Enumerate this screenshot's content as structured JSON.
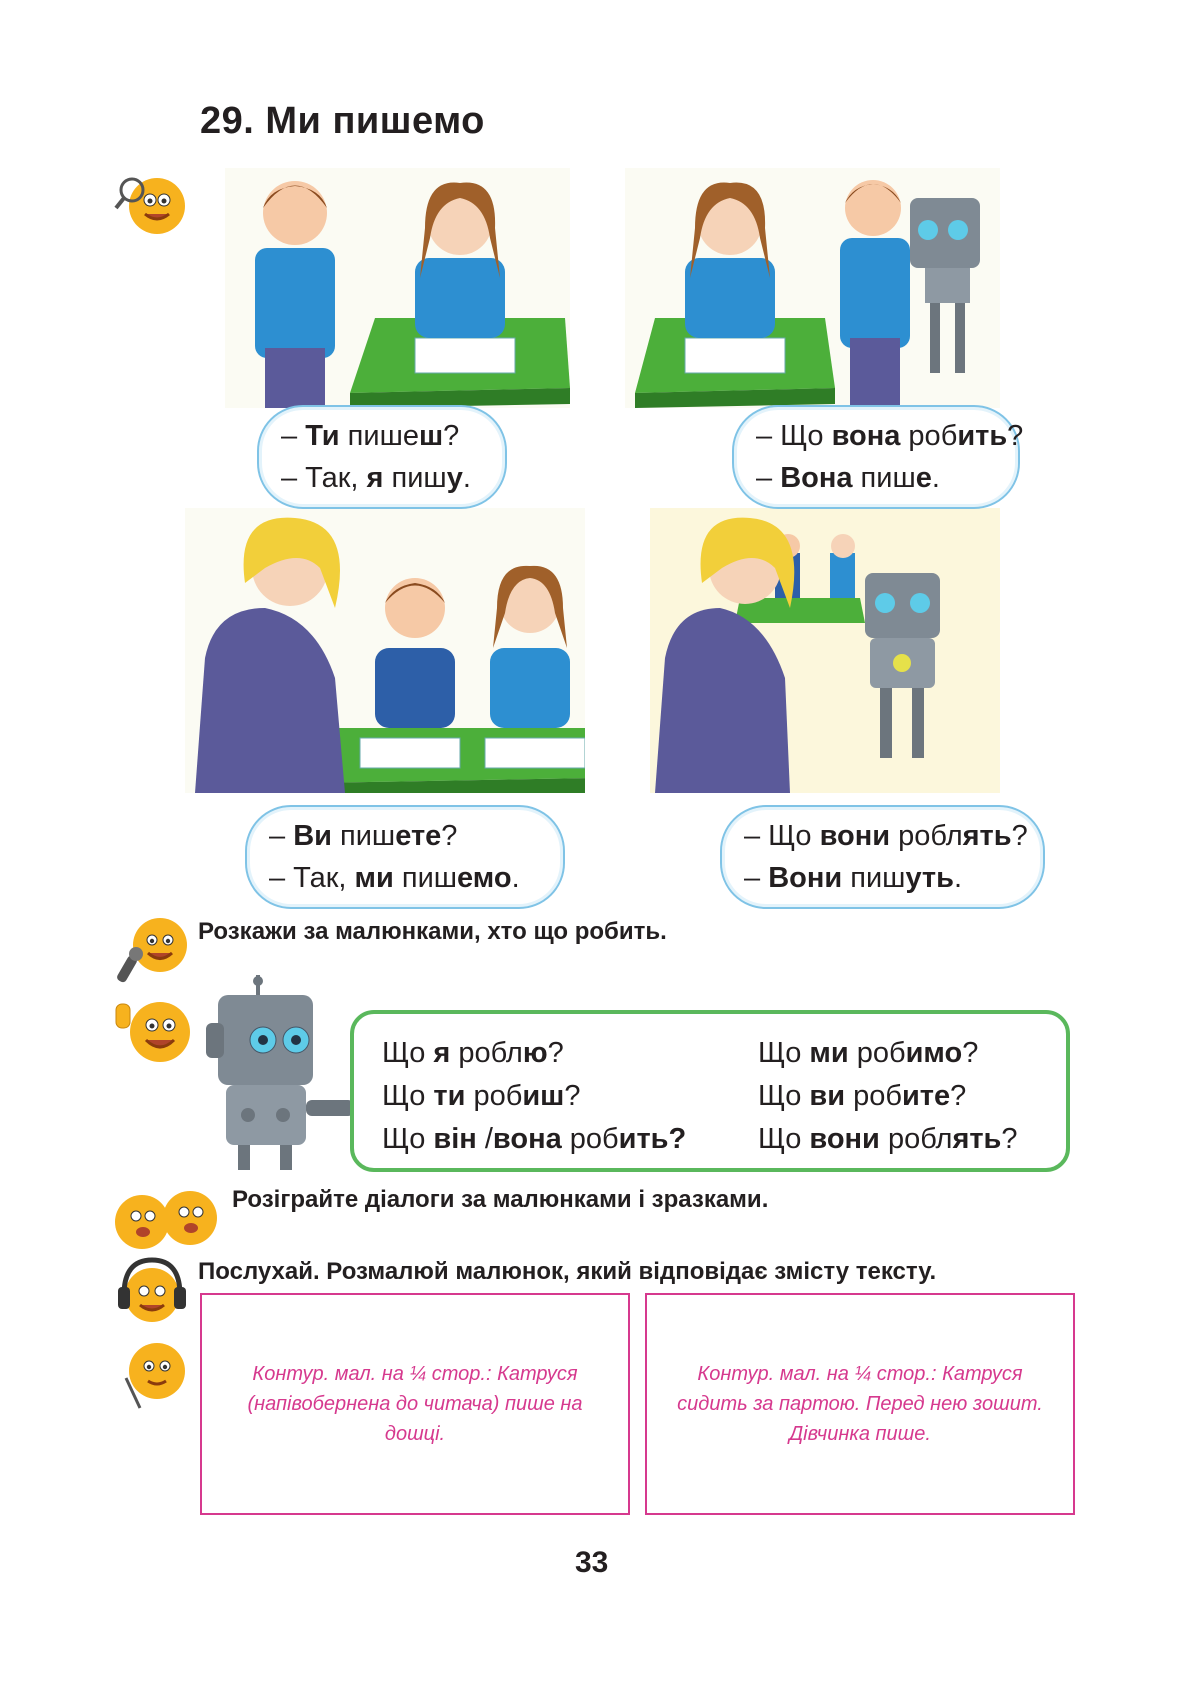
{
  "page": {
    "title": "29. Ми пишемо",
    "page_number": "33"
  },
  "dialogues": [
    {
      "lines": [
        [
          {
            "t": "– "
          },
          {
            "t": "Ти",
            "b": true
          },
          {
            "t": " пише"
          },
          {
            "t": "ш",
            "b": true
          },
          {
            "t": "?"
          }
        ],
        [
          {
            "t": "– Так, "
          },
          {
            "t": "я",
            "b": true
          },
          {
            "t": " пиш"
          },
          {
            "t": "у",
            "b": true
          },
          {
            "t": "."
          }
        ]
      ]
    },
    {
      "lines": [
        [
          {
            "t": "– Що "
          },
          {
            "t": "вона",
            "b": true
          },
          {
            "t": " роб"
          },
          {
            "t": "ить",
            "b": true
          },
          {
            "t": "?"
          }
        ],
        [
          {
            "t": "– "
          },
          {
            "t": "Вона",
            "b": true
          },
          {
            "t": " пиш"
          },
          {
            "t": "е",
            "b": true
          },
          {
            "t": "."
          }
        ]
      ]
    },
    {
      "lines": [
        [
          {
            "t": "– "
          },
          {
            "t": "Ви",
            "b": true
          },
          {
            "t": " пиш"
          },
          {
            "t": "ете",
            "b": true
          },
          {
            "t": "?"
          }
        ],
        [
          {
            "t": "– Так, "
          },
          {
            "t": "ми",
            "b": true
          },
          {
            "t": " пиш"
          },
          {
            "t": "емо",
            "b": true
          },
          {
            "t": "."
          }
        ]
      ]
    },
    {
      "lines": [
        [
          {
            "t": "– Що "
          },
          {
            "t": "вони",
            "b": true
          },
          {
            "t": " робл"
          },
          {
            "t": "ять",
            "b": true
          },
          {
            "t": "?"
          }
        ],
        [
          {
            "t": "– "
          },
          {
            "t": "Вони",
            "b": true
          },
          {
            "t": " пиш"
          },
          {
            "t": "уть",
            "b": true
          },
          {
            "t": "."
          }
        ]
      ]
    }
  ],
  "instructions": {
    "tell": "Розкажи за малюнками, хто що робить.",
    "act": "Розіграйте діалоги за малюнками і зразками.",
    "listen": "Послухай. Розмалюй малюнок, який відповідає змісту тексту."
  },
  "grammar": {
    "left": [
      [
        {
          "t": "Що "
        },
        {
          "t": "я",
          "b": true
        },
        {
          "t": " робл"
        },
        {
          "t": "ю",
          "b": true
        },
        {
          "t": "?"
        }
      ],
      [
        {
          "t": "Що "
        },
        {
          "t": "ти",
          "b": true
        },
        {
          "t": " роб"
        },
        {
          "t": "иш",
          "b": true
        },
        {
          "t": "?"
        }
      ],
      [
        {
          "t": "Що "
        },
        {
          "t": "він",
          "b": true
        },
        {
          "t": " /"
        },
        {
          "t": "вона",
          "b": true
        },
        {
          "t": " роб"
        },
        {
          "t": "ить?",
          "b": true
        }
      ]
    ],
    "right": [
      [
        {
          "t": "Що "
        },
        {
          "t": "ми",
          "b": true
        },
        {
          "t": " роб"
        },
        {
          "t": "имо",
          "b": true
        },
        {
          "t": "?"
        }
      ],
      [
        {
          "t": "Що "
        },
        {
          "t": "ви",
          "b": true
        },
        {
          "t": " роб"
        },
        {
          "t": "ите",
          "b": true
        },
        {
          "t": "?"
        }
      ],
      [
        {
          "t": "Що "
        },
        {
          "t": "вони",
          "b": true
        },
        {
          "t": " робл"
        },
        {
          "t": "ять",
          "b": true
        },
        {
          "t": "?"
        }
      ]
    ]
  },
  "drawing_boxes": {
    "left": "Контур. мал. на ¼ стор.: Катруся (напівобернена до читача) пише на дошці.",
    "right": "Контур. мал. на ¼ стор.: Катруся сидить за партою. Перед нею зошит. Дівчинка пише."
  },
  "colors": {
    "bubble_border": "#7fc3e6",
    "grammar_border": "#5ab85c",
    "box_border": "#d6398e",
    "desk_green": "#4caf3a",
    "jacket_blue": "#2d8fd1",
    "teacher_purple": "#5b5a9a"
  },
  "icons": [
    "smiley-magnifier-icon",
    "smiley-microphone-icon",
    "smiley-thumbsup-icon",
    "smileys-talking-icon",
    "smiley-headphones-icon",
    "smiley-pencil-icon",
    "robot-illustration"
  ]
}
